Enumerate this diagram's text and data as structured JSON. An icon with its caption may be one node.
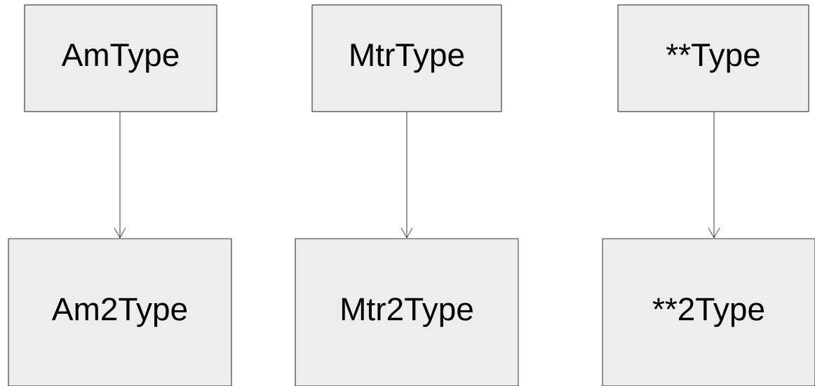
{
  "diagram": {
    "nodes": [
      {
        "text": [
          "AmType"
        ]
      },
      {
        "text": [
          "MtrType"
        ]
      },
      {
        "text": [
          "**Type"
        ]
      },
      {
        "text": [
          "Am2Type"
        ]
      },
      {
        "text": [
          "Mtr2Type"
        ]
      },
      {
        "text": [
          "**2Type"
        ]
      }
    ],
    "edges": [
      {
        "from": 0,
        "to": 3,
        "arrow": "to"
      },
      {
        "from": 1,
        "to": 4,
        "arrow": "to"
      },
      {
        "from": 2,
        "to": 5,
        "arrow": "to"
      }
    ]
  }
}
